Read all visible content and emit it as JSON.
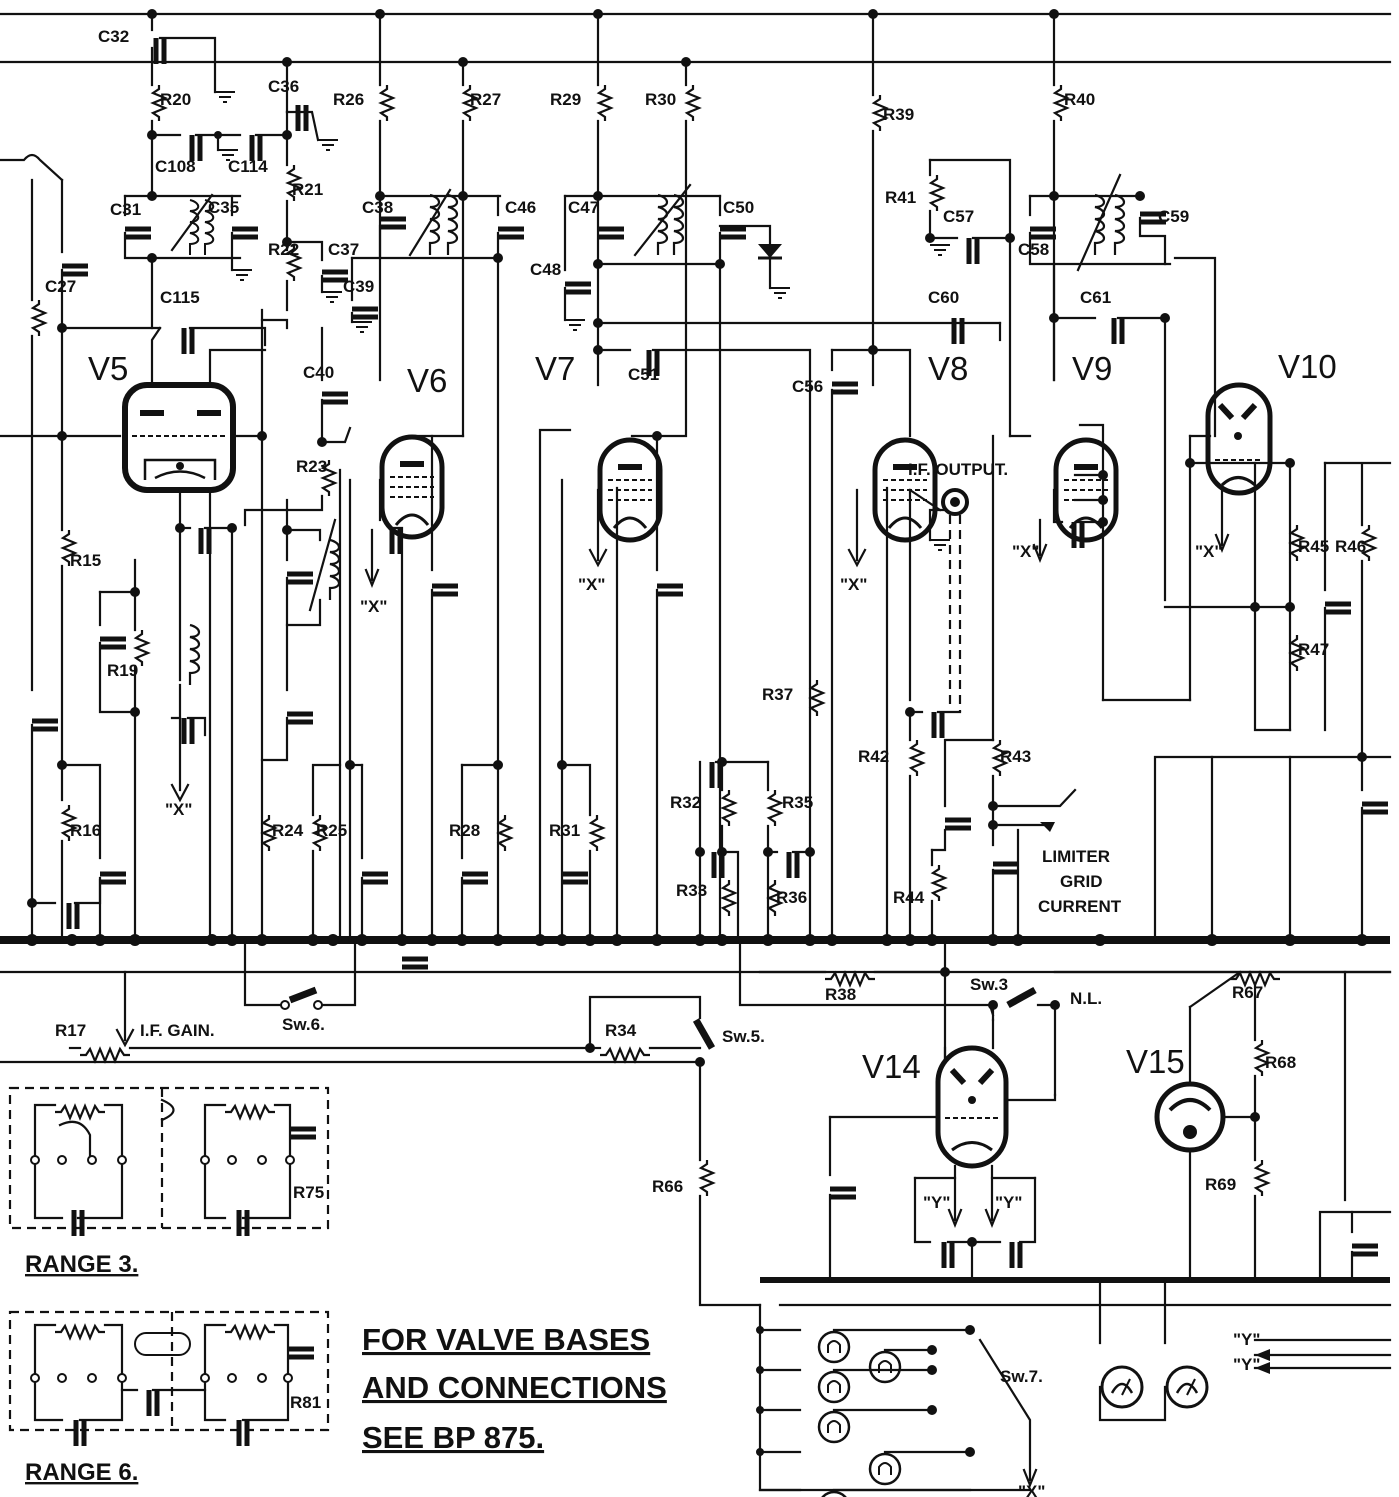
{
  "valves": [
    "V5",
    "V6",
    "V7",
    "V8",
    "V9",
    "V10",
    "V14",
    "V15"
  ],
  "resistors": [
    "R20",
    "R21",
    "R22",
    "R23",
    "R24",
    "R25",
    "R26",
    "R27",
    "R28",
    "R29",
    "R30",
    "R31",
    "R32",
    "R33",
    "R35",
    "R36",
    "R37",
    "R38",
    "R39",
    "R40",
    "R41",
    "R42",
    "R43",
    "R44",
    "R45",
    "R46",
    "R47",
    "R66",
    "R67",
    "R68",
    "R69",
    "R15",
    "R16",
    "R17",
    "R19",
    "R34",
    "R75",
    "R81"
  ],
  "capacitors_top": [
    "C32",
    "C36",
    "C108",
    "C114",
    "C31",
    "C35",
    "C37",
    "C38",
    "C39",
    "C46",
    "C47",
    "C48",
    "C50",
    "C57",
    "C58",
    "C59",
    "C60",
    "C61",
    "C40",
    "C115",
    "C51",
    "C56",
    "C27"
  ],
  "labels": {
    "if_output": "I.F. OUTPUT.",
    "if_gain": "I.F. GAIN.",
    "limiter_1": "LIMITER",
    "limiter_2": "GRID",
    "limiter_3": "CURRENT",
    "sw3": "Sw.3",
    "sw5": "Sw.5.",
    "sw6": "Sw.6.",
    "sw7": "Sw.7.",
    "nl": "N.L.",
    "x": "\"X\"",
    "y": "\"Y\""
  },
  "note": {
    "line1": "FOR VALVE BASES",
    "line2": "AND CONNECTIONS",
    "line3": "SEE BP 875."
  },
  "ranges": {
    "range3": "RANGE 3.",
    "range6": "RANGE 6."
  }
}
